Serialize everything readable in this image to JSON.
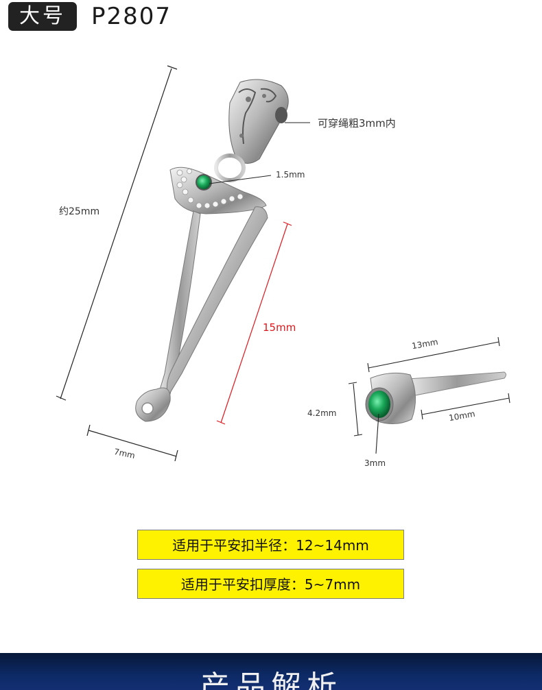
{
  "header": {
    "size_label": "大号",
    "model_code": "P2807"
  },
  "dimensions": {
    "bail_note": "可穿绳粗3mm内",
    "stone_size": "1.5mm",
    "total_length": "约25mm",
    "inner_length": "15mm",
    "width": "7mm",
    "earring_total_length": "13mm",
    "earring_height": "4.2mm",
    "earring_pin_length": "10mm",
    "earring_stone": "3mm"
  },
  "specs": [
    {
      "text": "适用于平安扣半径：12~14mm"
    },
    {
      "text": "适用于平安扣厚度：5~7mm"
    }
  ],
  "footer": {
    "title": "产品解析"
  },
  "colors": {
    "accent_red": "#e0161c",
    "spec_yellow": "#fff200",
    "gem_green": "#1aa85a",
    "footer_navy": "#0d2a66"
  }
}
